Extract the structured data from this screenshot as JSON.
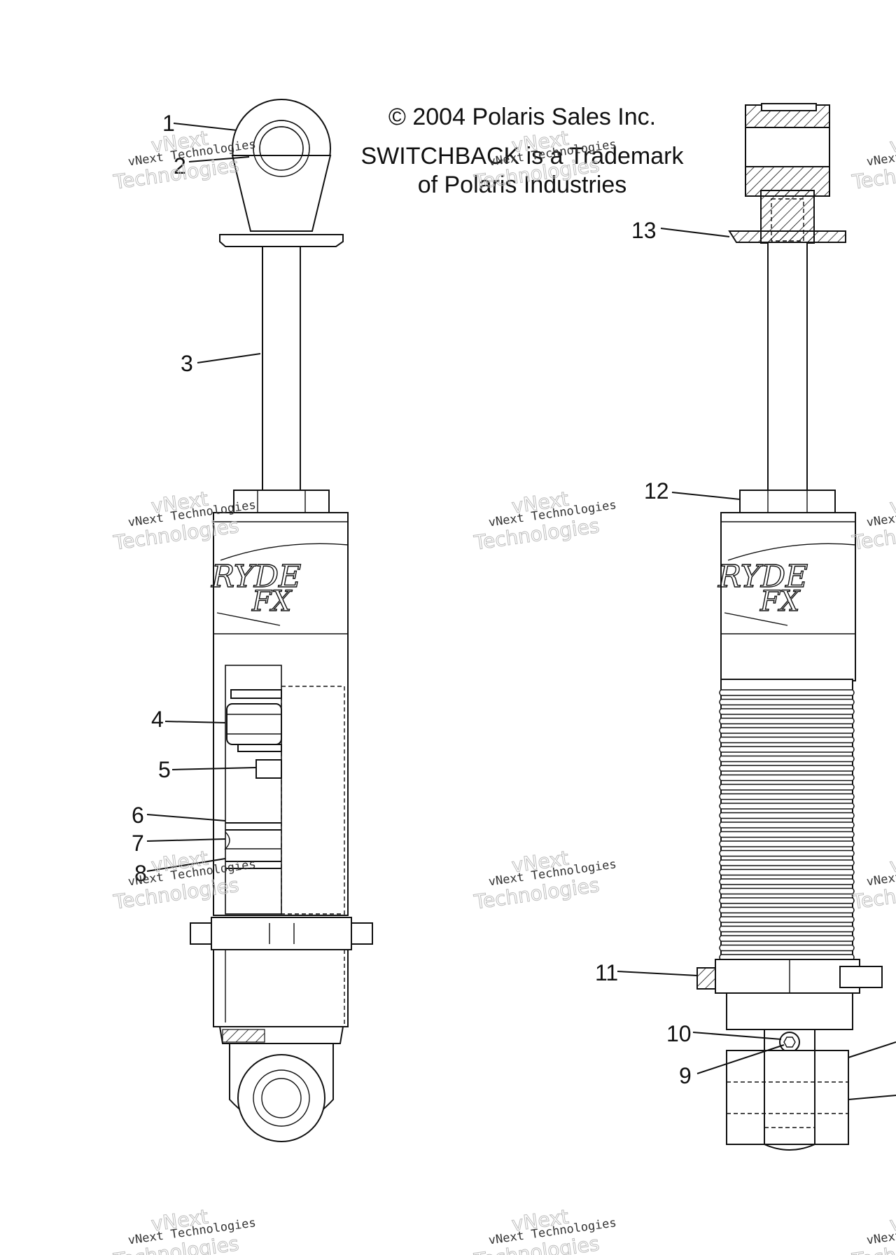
{
  "header": {
    "copyright": "© 2004 Polaris Sales Inc.",
    "trademark_line1": "SWITCHBACK is a Trademark",
    "trademark_line2": "of Polaris Industries"
  },
  "callouts": [
    "1",
    "2",
    "3",
    "4",
    "5",
    "6",
    "7",
    "8",
    "9",
    "10",
    "11",
    "12",
    "13"
  ],
  "watermark": {
    "line1": "vNext",
    "line2": "vNext Technologies",
    "line3": "Technologies"
  }
}
